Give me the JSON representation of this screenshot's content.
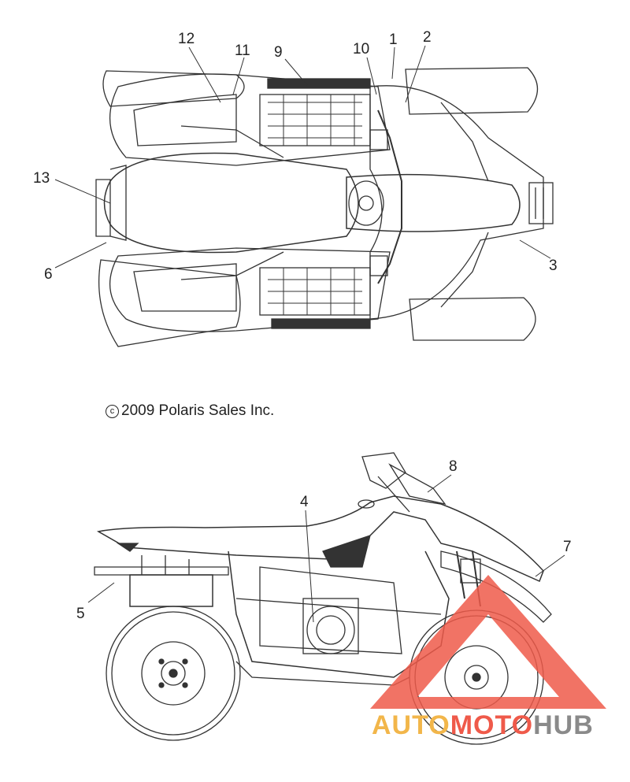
{
  "copyright": {
    "symbol": "c",
    "text": "2009 Polaris Sales Inc."
  },
  "callouts": {
    "c1": "1",
    "c2": "2",
    "c3": "3",
    "c4": "4",
    "c5": "5",
    "c6": "6",
    "c7": "7",
    "c8": "8",
    "c9": "9",
    "c10": "10",
    "c11": "11",
    "c12": "12",
    "c13": "13"
  },
  "watermark": {
    "part1": "AUTO",
    "part2": "MOTO",
    "part3": "HUB",
    "colors": {
      "auto": "#f2b64a",
      "moto": "#ef5a4a",
      "hub": "#8a8a8a",
      "triangle": "#ef5a4a"
    }
  }
}
